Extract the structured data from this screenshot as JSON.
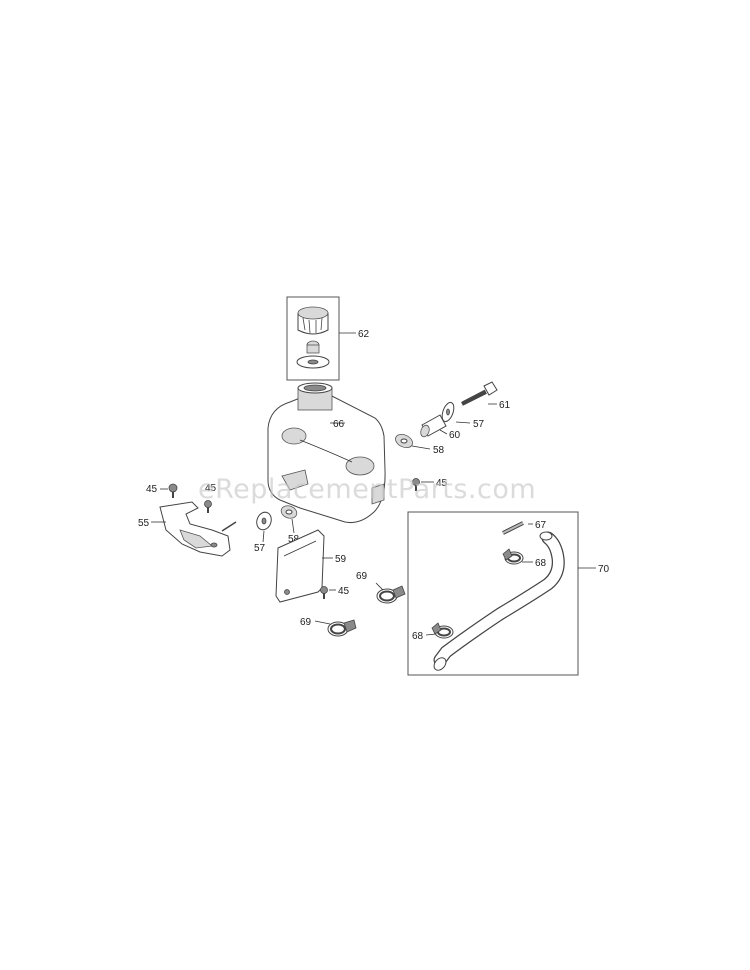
{
  "watermark": "eReplacementParts.com",
  "labels": {
    "p45a": "45",
    "p45b": "45",
    "p45c": "45",
    "p45d": "45",
    "p55": "55",
    "p57a": "57",
    "p57b": "57",
    "p58a": "58",
    "p58b": "58",
    "p59": "59",
    "p60": "60",
    "p61": "61",
    "p62": "62",
    "p66": "66",
    "p67": "67",
    "p68a": "68",
    "p68b": "68",
    "p69a": "69",
    "p69b": "69",
    "p70": "70"
  }
}
